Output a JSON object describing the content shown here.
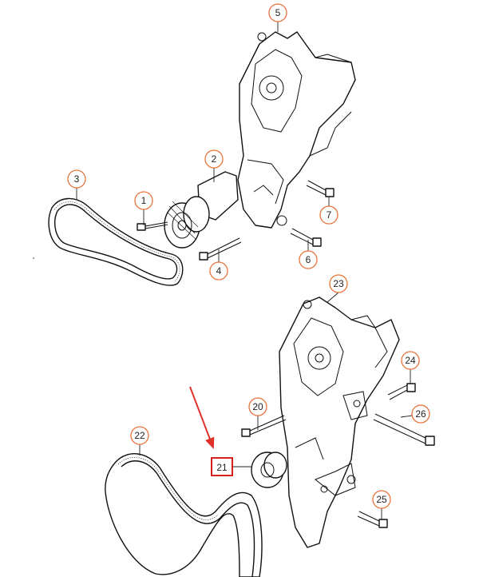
{
  "colors": {
    "callout_ring": "#e8743b",
    "highlight_box": "#d61f1f",
    "arrow": "#e0312b",
    "line": "#111111"
  },
  "callouts_upper": [
    {
      "id": "c5",
      "label": "5"
    },
    {
      "id": "c2",
      "label": "2"
    },
    {
      "id": "c3",
      "label": "3"
    },
    {
      "id": "c1",
      "label": "1"
    },
    {
      "id": "c7",
      "label": "7"
    },
    {
      "id": "c4",
      "label": "4"
    },
    {
      "id": "c6",
      "label": "6"
    }
  ],
  "callouts_lower": [
    {
      "id": "c23",
      "label": "23"
    },
    {
      "id": "c24",
      "label": "24"
    },
    {
      "id": "c20",
      "label": "20"
    },
    {
      "id": "c26",
      "label": "26"
    },
    {
      "id": "c22",
      "label": "22"
    },
    {
      "id": "c25",
      "label": "25"
    }
  ],
  "highlighted_part": {
    "label": "21"
  }
}
